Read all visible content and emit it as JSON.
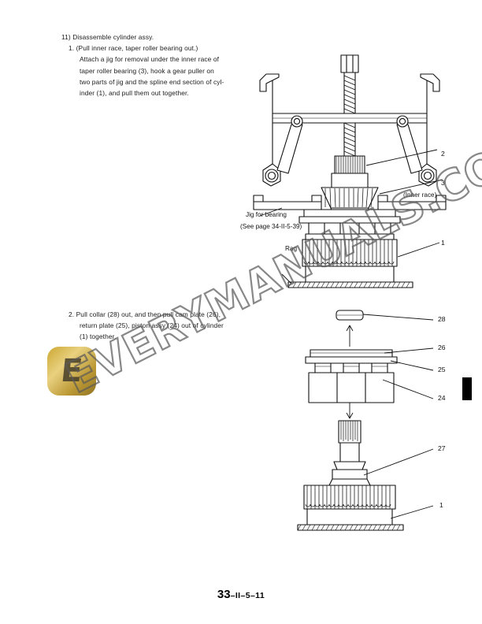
{
  "document": {
    "footer": {
      "page_major": "33",
      "page_rest": "–II–5–11"
    }
  },
  "watermark": {
    "text": "EVERYMANUALS.COM",
    "logo_glyph": "E",
    "logo_color": "#c9a227"
  },
  "sections": {
    "step_11": {
      "number": "11)",
      "heading": "Disassemble cylinder assy.",
      "substep_number": "1.",
      "substep_title": "(Pull inner race, taper roller bearing out.)",
      "body_lines": [
        "Attach a jig for removal under the inner race of",
        "taper roller bearing (3), hook a gear puller on",
        "two parts of jig and the spline end section of cyl-",
        "inder (1), and pull them out together."
      ]
    },
    "step_2": {
      "substep_number": "2.",
      "body_lines": [
        "Pull collar (28) out, and then pull cam plate (26),",
        "return plate (25), piston assy (24) out of cylinder",
        "(1) together."
      ]
    }
  },
  "figure_top": {
    "name": "gear-puller-on-cylinder",
    "callouts": [
      {
        "id": "c2",
        "label": "2"
      },
      {
        "id": "c3",
        "label": "3"
      },
      {
        "id": "c3n",
        "label": "(Inner race)"
      },
      {
        "id": "c1",
        "label": "1"
      }
    ],
    "annotations": [
      {
        "id": "jig",
        "label": "Jig for bearing"
      },
      {
        "id": "jig_ref",
        "label": "(See page 34-II-5-39)"
      },
      {
        "id": "rag",
        "label": "Rag"
      }
    ]
  },
  "figure_bottom": {
    "name": "cylinder-exploded-view",
    "callouts": [
      {
        "id": "b28",
        "label": "28"
      },
      {
        "id": "b26",
        "label": "26"
      },
      {
        "id": "b25",
        "label": "25"
      },
      {
        "id": "b24",
        "label": "24"
      },
      {
        "id": "b27",
        "label": "27"
      },
      {
        "id": "b1",
        "label": "1"
      }
    ]
  }
}
